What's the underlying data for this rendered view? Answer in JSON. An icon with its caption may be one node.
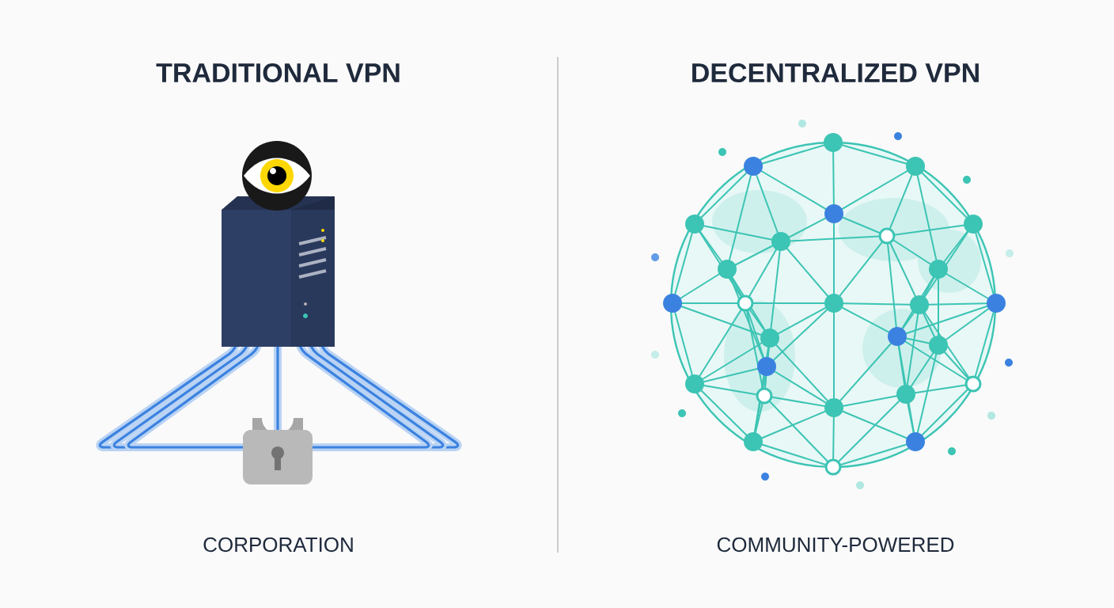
{
  "diagram": {
    "labels": [
      "TRADITIONAL VPN",
      "DECENTRALIZED VPN",
      "CORPORATION",
      "COMMUNITY-POWERED"
    ]
  }
}
